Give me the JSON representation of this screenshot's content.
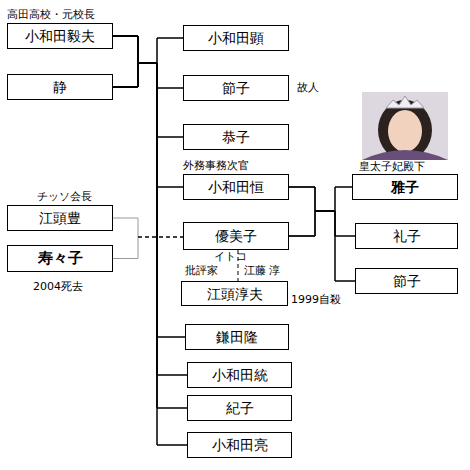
{
  "diagram": {
    "nodes": [
      {
        "text": [
          "高田高校・元校長",
          "小和田毅夫"
        ]
      },
      {
        "text": [
          "静"
        ]
      },
      {
        "text": [
          "小和田顕"
        ]
      },
      {
        "text": [
          "節子"
        ]
      },
      {
        "text": [
          "恭子"
        ]
      },
      {
        "text": [
          "外務事務次官",
          "小和田恒"
        ]
      },
      {
        "text": [
          "雅子"
        ]
      },
      {
        "text": [
          "礼子"
        ]
      },
      {
        "text": [
          "節子"
        ]
      },
      {
        "text": [
          "チッソ会長",
          "江頭豊"
        ]
      },
      {
        "text": [
          "寿々子"
        ]
      },
      {
        "text": [
          "優美子"
        ]
      },
      {
        "text": [
          "江頭淳夫"
        ]
      },
      {
        "text": [
          "鎌田隆"
        ]
      },
      {
        "text": [
          "小和田統"
        ]
      },
      {
        "text": [
          "紀子"
        ]
      },
      {
        "text": [
          "小和田亮"
        ]
      }
    ],
    "edges": [
      {
        "from": 0,
        "to": 2,
        "arrow": "none"
      },
      {
        "from": 1,
        "to": 2,
        "arrow": "none"
      },
      {
        "from": 0,
        "to": 3,
        "arrow": "none"
      },
      {
        "from": 1,
        "to": 3,
        "arrow": "none"
      },
      {
        "from": 0,
        "to": 4,
        "arrow": "none"
      },
      {
        "from": 1,
        "to": 4,
        "arrow": "none"
      },
      {
        "from": 0,
        "to": 5,
        "arrow": "none"
      },
      {
        "from": 1,
        "to": 5,
        "arrow": "none"
      },
      {
        "from": 0,
        "to": 13,
        "arrow": "none"
      },
      {
        "from": 1,
        "to": 13,
        "arrow": "none"
      },
      {
        "from": 0,
        "to": 14,
        "arrow": "none"
      },
      {
        "from": 1,
        "to": 14,
        "arrow": "none"
      },
      {
        "from": 0,
        "to": 15,
        "arrow": "none"
      },
      {
        "from": 1,
        "to": 15,
        "arrow": "none"
      },
      {
        "from": 0,
        "to": 16,
        "arrow": "none"
      },
      {
        "from": 1,
        "to": 16,
        "arrow": "none"
      },
      {
        "from": 5,
        "to": 6,
        "arrow": "none"
      },
      {
        "from": 11,
        "to": 6,
        "arrow": "none"
      },
      {
        "from": 5,
        "to": 7,
        "arrow": "none"
      },
      {
        "from": 11,
        "to": 7,
        "arrow": "none"
      },
      {
        "from": 5,
        "to": 8,
        "arrow": "none"
      },
      {
        "from": 11,
        "to": 8,
        "arrow": "none"
      },
      {
        "from": 9,
        "to": 11,
        "arrow": "none"
      },
      {
        "from": 10,
        "to": 11,
        "arrow": "none"
      },
      {
        "from": 11,
        "to": 12,
        "label": "イトコ",
        "arrow": "none"
      }
    ],
    "labels": [
      "故人",
      "皇太子妃殿下",
      "批評家",
      "江藤 淳",
      "1999自殺",
      "2004死去"
    ]
  }
}
